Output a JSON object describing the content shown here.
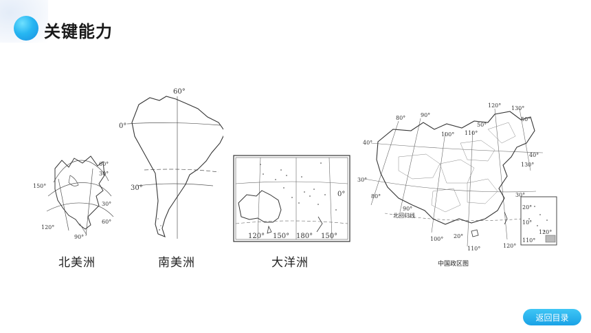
{
  "header": {
    "title": "关键能力"
  },
  "maps": {
    "north_america": {
      "label": "北美洲",
      "degrees": {
        "d150": "150°",
        "d120": "120°",
        "d90": "90°",
        "d60a": "60°",
        "d30a": "30°",
        "d30b": "30°",
        "d60b": "60°"
      }
    },
    "south_america": {
      "label": "南美洲",
      "degrees": {
        "d60": "60°",
        "d0": "0°",
        "d30": "30°"
      }
    },
    "oceania": {
      "label": "大洋洲",
      "degrees": {
        "d120": "120°",
        "d150": "150°",
        "d180": "180°",
        "d150w": "150°",
        "d0": "0°"
      }
    },
    "china": {
      "label": "中国政区图",
      "tropic": "北回归线",
      "degrees": {
        "d80": "80°",
        "d90": "90°",
        "d100": "100°",
        "d110": "110°",
        "d120": "120°",
        "d130": "130°",
        "d50": "50°",
        "d50b": "50°",
        "d40": "40°",
        "d40b": "40°",
        "d130b": "130°",
        "d30": "30°",
        "d80b": "80°",
        "d90b": "90°",
        "d30b": "30°",
        "d100b": "100°",
        "d20": "20°",
        "d110b": "110°",
        "d120b": "120°",
        "inset20": "20°",
        "inset10": "10°",
        "inset110": "110°",
        "inset120": "120°"
      }
    }
  },
  "footer": {
    "return_label": "返回目录"
  }
}
